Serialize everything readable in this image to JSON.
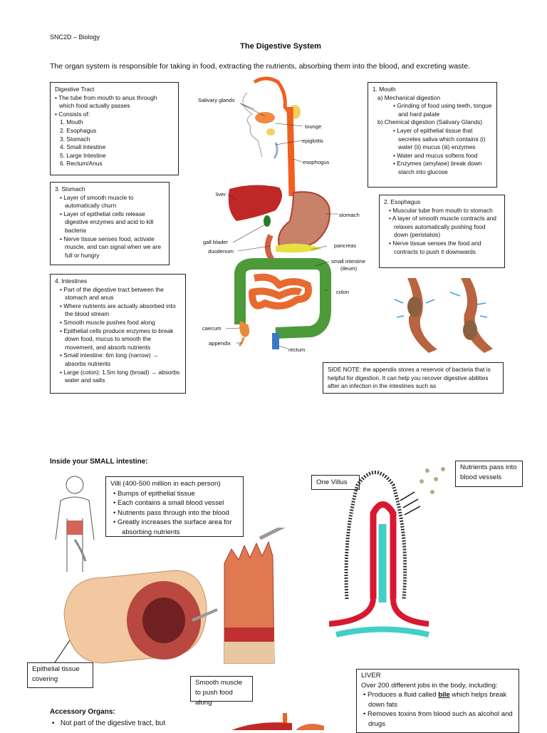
{
  "header": {
    "course": "SNC2D – Biology",
    "title": "The Digestive System",
    "intro": "The organ system is responsible for taking in food, extracting the nutrients, absorbing them into the blood, and excreting waste."
  },
  "tract_box": {
    "heading": "Digestive Tract",
    "bullets": [
      "The tube from mouth to anus through which food actually passes",
      "Consists of:"
    ],
    "items": [
      "1.  Mouth",
      "2.  Esophagus",
      "3.  Stomach",
      "4.  Small Intestine",
      "5.  Large Intestine",
      "6.  Rectum/Anus"
    ]
  },
  "stomach_box": {
    "heading": "3.  Stomach",
    "bullets": [
      "Layer of smooth muscle to automatically churn",
      "Layer of epithelial cells release digestive enzymes and acid to kill bacteria",
      "Nerve tissue senses food, activate muscle, and can signal when we are full or hungry"
    ]
  },
  "intestines_box": {
    "heading": "4.  Intestines",
    "bullets": [
      "Part of the digestive tract between the stomach and anus",
      "Where nutrients are actually absorbed into the blood stream",
      "Smooth muscle pushes food along",
      "Epithelial cells produce enzymes to break down food, mucus to smooth the movement, and absorb nutrients",
      "Small intestine: 6m long (narrow) → absorbs nutrients",
      "Large (colon): 1.5m long (broad) → absorbs water and salts"
    ]
  },
  "mouth_box": {
    "heading": "1.  Mouth",
    "a": "a)  Mechanical digestion",
    "a_bullets": [
      "Grinding of food using teeth, tongue and hard palate"
    ],
    "b": "b)  Chemical digestion (Salivary Glands)",
    "b_bullets": [
      "Layer of epithelial tissue that secretes saliva which contains (i) water (ii) mucus (iii) enzymes",
      "Water and mucus softens food",
      "Enzymes (amylase) break down starch into glucose"
    ]
  },
  "esophagus_box": {
    "heading": "2.  Esophagus",
    "bullets": [
      "Muscular tube from mouth to stomach",
      "A layer of smooth muscle contracts and relaxes automatically pushing food down (peristalsis)",
      "Nerve tissue senses the food and contracts to push it downwards"
    ]
  },
  "side_note": "SIDE NOTE: the appendix stores a reservoir of bacteria that is helpful for digestion. It can help you recover digestive abilities after an infection in the intestines such as",
  "diagram_labels": {
    "salivary": "Salivary glands",
    "tongue": "tounge",
    "epiglottis": "epiglottis",
    "esophagus": "esophogus",
    "liver": "liver",
    "stomach": "stomach",
    "gall": "gall blader",
    "duodenum": "duodenum",
    "pancreas": "pancreas",
    "small1": "small intestine",
    "small2": "(ileum)",
    "colon": "colon",
    "caecum": "caecum",
    "appendix": "appendix",
    "rectum": "rectum"
  },
  "small_intestine": {
    "heading": "Inside your SMALL intestine:",
    "villi_title": "Villi (400-500 million in each person)",
    "villi_bullets": [
      "Bumps of epithelial tissue",
      "Each contains a small blood vessel",
      "Nutrients pass through into the blood",
      "Greatly increases the surface area for absorbing nutrients"
    ],
    "one_villus": "One Villus",
    "nutrients": "Nutrients pass into blood vessels",
    "epithelial": "Epithelial tissue covering",
    "smooth": "Smooth muscle to push food along"
  },
  "accessory": {
    "heading": "Accessory Organs:",
    "bullet": "Not part of the digestive tract, but"
  },
  "liver_box": {
    "heading": "LIVER",
    "text": "Over 200 different jobs in the body, including:",
    "b1_pre": "Produces a fluid called ",
    "b1_bold": "bile",
    "b1_post": " which helps break down fats",
    "b2": "Removes toxins from blood such as alcohol and drugs"
  }
}
